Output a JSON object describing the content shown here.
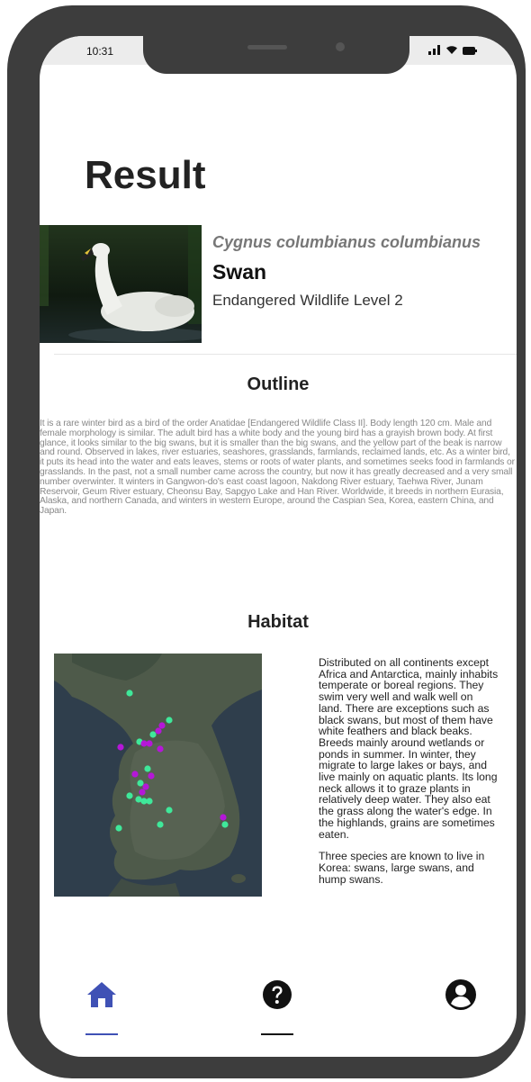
{
  "status_bar": {
    "time": "10:31"
  },
  "page": {
    "title": "Result"
  },
  "species": {
    "scientific_name": "Cygnus columbianus columbianus",
    "common_name": "Swan",
    "protection_level": "Endangered Wildlife Level 2",
    "photo_icon": "swan-photo"
  },
  "outline": {
    "heading": "Outline",
    "text": "It is a rare winter bird as a bird of the order Anatidae [Endangered Wildlife Class II]. Body length 120 cm. Male and female morphology is similar. The adult bird has a white body and the young bird has a grayish brown body. At first glance, it looks similar to the big swans, but it is smaller than the big swans, and the yellow part of the beak is narrow and round. Observed in lakes, river estuaries, seashores, grasslands, farmlands, reclaimed lands, etc. As a winter bird, it puts its head into the water and eats leaves, stems or roots of water plants, and sometimes seeks food in farmlands or grasslands. In the past, not a small number came across the country, but now it has greatly decreased and a very small number overwinter. It winters in Gangwon-do's east coast lagoon, Nakdong River estuary, Taehwa River, Junam Reservoir, Geum River estuary, Cheonsu Bay, Sapgyo Lake and Han River. Worldwide, it breeds in northern Eurasia, Alaska, and northern Canada, and winters in western Europe, around the Caspian Sea, Korea, eastern China, and Japan."
  },
  "habitat": {
    "heading": "Habitat",
    "paragraph_1": "Distributed on all continents except Africa and Antarctica, mainly inhabits temperate or boreal regions. They swim very well and walk well on land. There are exceptions such as black swans, but most of them have white feathers and black beaks. Breeds mainly around wetlands or ponds in summer. In winter, they migrate to large lakes or bays, and live mainly on aquatic plants. Its long neck allows it to graze plants in relatively deep water. They also eat the grass along the water's edge. In the highlands, grains are sometimes eaten.",
    "paragraph_2": "Three species are known to live in Korea: swans, large swans, and hump swans.",
    "map_marker_colors": {
      "purple": "#b517d8",
      "green": "#3fe89a"
    }
  },
  "nav": {
    "items": [
      {
        "icon": "home-icon",
        "active": true
      },
      {
        "icon": "question-icon",
        "active": false
      },
      {
        "icon": "account-icon",
        "active": false
      }
    ],
    "active_color": "#3f51b5",
    "inactive_color": "#111111"
  }
}
